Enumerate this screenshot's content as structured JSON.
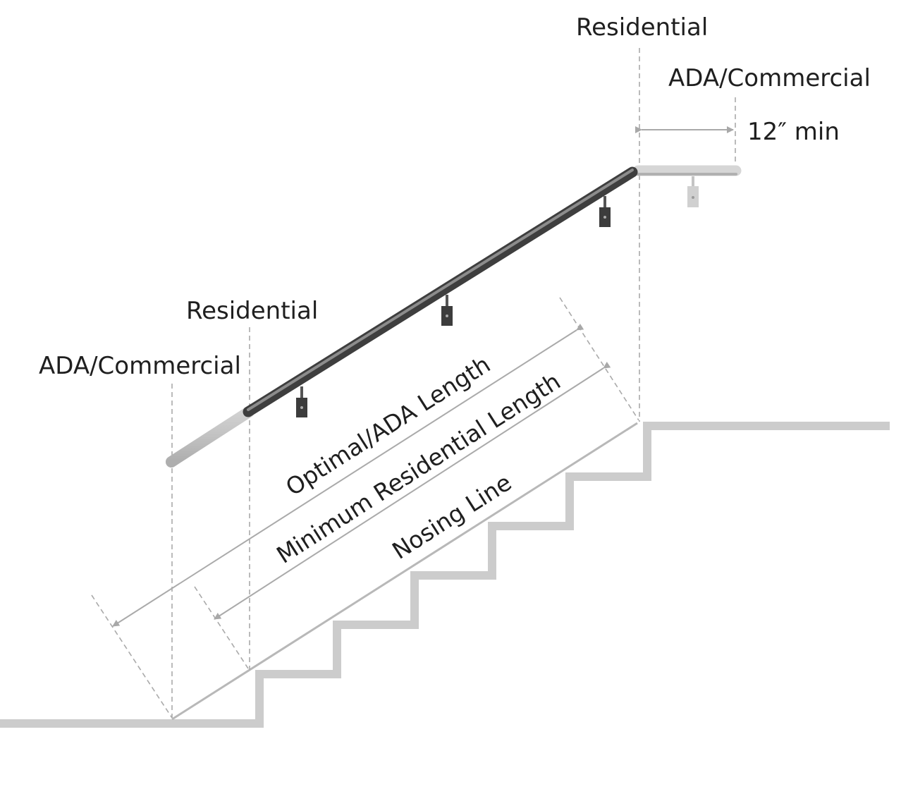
{
  "labels": {
    "top_residential": "Residential",
    "top_ada_commercial": "ADA/Commercial",
    "top_extension": "12″ min",
    "left_residential": "Residential",
    "left_ada_commercial": "ADA/Commercial",
    "optimal_ada_length": "Optimal/ADA Length",
    "minimum_residential_length": "Minimum Residential Length",
    "nosing_line": "Nosing Line"
  },
  "colors": {
    "background": "#ffffff",
    "stair": "#cccccc",
    "rail_dark": "#4a4a4a",
    "rail_light": "#d4d4d4",
    "dimension": "#aaaaaa",
    "text": "#1f1f1f"
  }
}
